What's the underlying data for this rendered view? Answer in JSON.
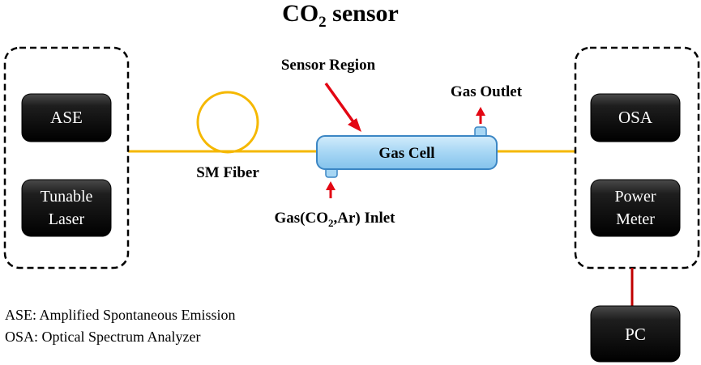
{
  "title": {
    "main": "CO",
    "sub": "2",
    "rest": " sensor"
  },
  "left_group": {
    "ase_label": "ASE",
    "laser_line1": "Tunable",
    "laser_line2": "Laser"
  },
  "right_group": {
    "osa_label": "OSA",
    "power_line1": "Power",
    "power_line2": "Meter"
  },
  "pc_label": "PC",
  "fiber_label": "SM Fiber",
  "sensor_region_label": "Sensor Region",
  "gas_cell_label": "Gas Cell",
  "gas_outlet_label": "Gas Outlet",
  "inlet_label": {
    "pre": "Gas(CO",
    "sub": "2",
    "post": ",Ar) Inlet"
  },
  "legend": {
    "line1": "ASE: Amplified Spontaneous Emission",
    "line2": "OSA: Optical Spectrum Analyzer"
  },
  "colors": {
    "fiber": "#f5b800",
    "arrow": "#e30613",
    "pc_link": "#c00000",
    "box_fill": "#1b1b1b",
    "box_text": "#ffffff",
    "cell_fill": "#a9d8f5",
    "cell_stroke": "#3b86c4"
  }
}
